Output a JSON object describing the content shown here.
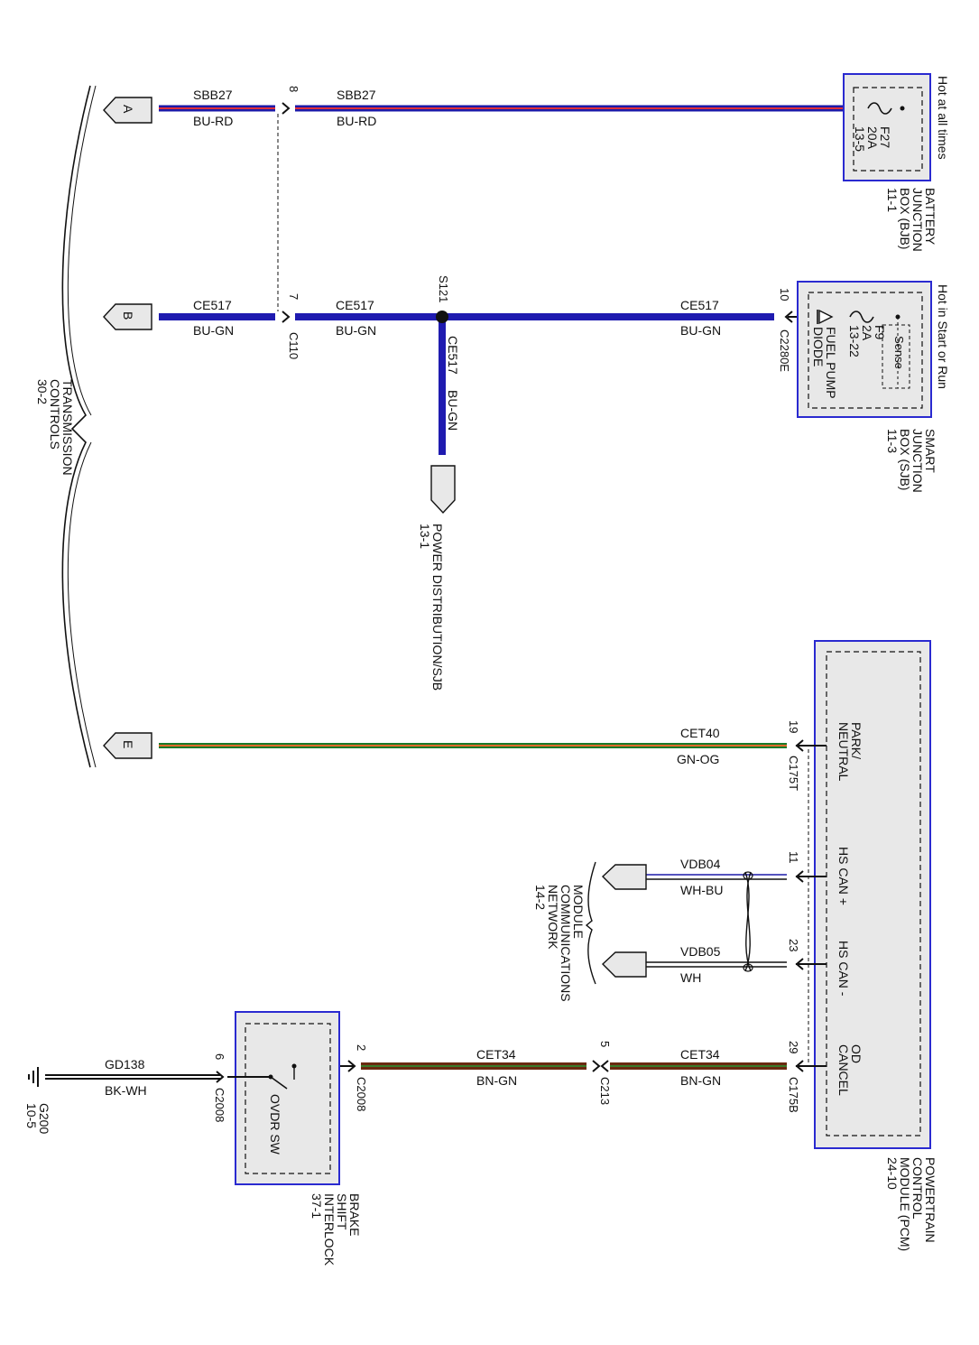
{
  "colors": {
    "bu_rd_outer": "#1d1aa8",
    "bu_rd_inner": "#e0303a",
    "bu_gn": "#1f1bb0",
    "gn_og_outer": "#1a7a2a",
    "gn_og_inner": "#e06a2a",
    "bn_gn_outer": "#6a2a10",
    "bn_gn_inner": "#3a7a2a",
    "bk_wh_outer": "#111111",
    "bk_wh_inner": "#ffffff",
    "module_fill": "#e8e8e8",
    "module_border": "#2a2ad0"
  },
  "connectors": {
    "a": "A",
    "b": "B",
    "e": "E"
  },
  "wires": {
    "sbb27_left": {
      "circuit": "SBB27",
      "color": "BU-RD"
    },
    "sbb27_right": {
      "circuit": "SBB27",
      "color": "BU-RD"
    },
    "ce517_left": {
      "circuit": "CE517",
      "color": "BU-GN"
    },
    "ce517_mid": {
      "circuit": "CE517",
      "color": "BU-GN"
    },
    "ce517_right": {
      "circuit": "CE517",
      "color": "BU-GN"
    },
    "ce517_branch": {
      "circuit": "CE517",
      "color": "BU-GN"
    },
    "cet40": {
      "circuit": "CET40",
      "color": "GN-OG"
    },
    "vdb04": {
      "circuit": "VDB04",
      "color": "WH-BU"
    },
    "vdb05": {
      "circuit": "VDB05",
      "color": "WH"
    },
    "cet34_left": {
      "circuit": "CET34",
      "color": "BN-GN"
    },
    "cet34_right": {
      "circuit": "CET34",
      "color": "BN-GN"
    },
    "gd138": {
      "circuit": "GD138",
      "color": "BK-WH"
    }
  },
  "pins": {
    "p8": "8",
    "p7": "7",
    "p10": "10",
    "p19": "19",
    "p11": "11",
    "p23": "23",
    "p29": "29",
    "p5": "5",
    "p2": "2",
    "p6": "6"
  },
  "connector_ids": {
    "c110": "C110",
    "c2280e": "C2280E",
    "c175t": "C175T",
    "c175b": "C175B",
    "c213": "C213",
    "c2008a": "C2008",
    "c2008b": "C2008"
  },
  "splice": "S121",
  "bjb": {
    "hot_label": "Hot at all times",
    "fuse": "F27",
    "amps": "20A",
    "ref": "13-5",
    "name_lines": [
      "BATTERY",
      "JUNCTION",
      "BOX (BJB)",
      "11-1"
    ]
  },
  "sjb": {
    "hot_label": "Hot in Start or Run",
    "sense": "Sense",
    "fuse": "F9",
    "amps": "2A",
    "ref": "13-22",
    "diode_lines": [
      "FUEL PUMP",
      "DIODE"
    ],
    "name_lines": [
      "SMART",
      "JUNCTION",
      "BOX (SJB)",
      "11-3"
    ]
  },
  "power_dist": "POWER DISTRIBUTION/SJB",
  "power_dist_ref": "13-1",
  "transmission": [
    "TRANSMISSION",
    "CONTROLS",
    "30-2"
  ],
  "pcm": {
    "park_neutral": [
      "PARK/",
      "NEUTRAL"
    ],
    "hs_can_plus": "HS CAN +",
    "hs_can_minus": "HS CAN -",
    "od_cancel": [
      "OD",
      "CANCEL"
    ],
    "name_lines": [
      "POWERTRAIN",
      "CONTROL",
      "MODULE (PCM)",
      "24-10"
    ]
  },
  "mcn": [
    "MODULE",
    "COMMUNICATIONS",
    "NETWORK",
    "14-2"
  ],
  "bsi": {
    "switch": "OVDR SW",
    "name_lines": [
      "BRAKE",
      "SHIFT",
      "INTERLOCK",
      "37-1"
    ]
  },
  "ground": {
    "name": "G200",
    "ref": "10-5"
  }
}
